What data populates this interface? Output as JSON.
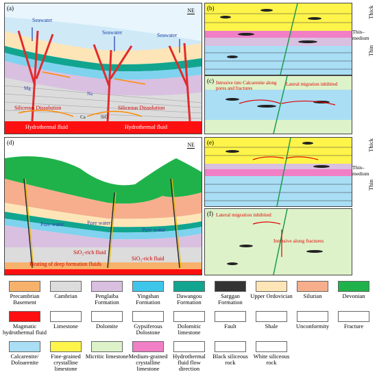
{
  "panels": {
    "a": {
      "label": "(a)",
      "north": "NE",
      "seawater": [
        "Seawater",
        "Seawater",
        "Seawater"
      ],
      "dissolution": [
        "Siliceous Dissolution",
        "Siliceous Dissolution"
      ],
      "fluid": [
        "Hydrothermal fluid",
        "Hydrothermal fluid"
      ],
      "ions": {
        "mg": "Mg",
        "na": "Na",
        "ca": "Ca",
        "sio": "SiO"
      }
    },
    "b": {
      "label": "(b)"
    },
    "c": {
      "label": "(c)",
      "note1": "Intrusive into Calcarenite along pores and fractures",
      "note2": "Lateral migration inhibited"
    },
    "d": {
      "label": "(d)",
      "north": "NE",
      "pore": [
        "Pore water",
        "Pore water",
        "Pore water"
      ],
      "sio2": [
        "SiO₂-rich fluid",
        "SiO₂-rich fluid"
      ],
      "heating": "Heating of deep formation fluids"
    },
    "e": {
      "label": "(e)"
    },
    "f": {
      "label": "(f)",
      "note1": "Lateral migration inhibited",
      "note2": "Intrusive along fractures"
    }
  },
  "side_labels": {
    "thick": "Thick",
    "thin_medium": "Thin–medium",
    "thin": "Thin"
  },
  "legend": [
    {
      "label": "Precambrian Basement",
      "color": "#f6b26b"
    },
    {
      "label": "Cambrian",
      "color": "#dcdcdc"
    },
    {
      "label": "Penglaiba Formation",
      "color": "#d9bfe0"
    },
    {
      "label": "Yingshan Formation",
      "color": "#3ec6ea"
    },
    {
      "label": "Dawangou Formation",
      "color": "#11a58f"
    },
    {
      "label": "Sarggan Formation",
      "color": "#333333"
    },
    {
      "label": "Upper Ordovician",
      "color": "#fde5b8"
    },
    {
      "label": "Silurian",
      "color": "#f6ae8c"
    },
    {
      "label": "Devonian",
      "color": "#20b24a"
    },
    {
      "label": "Magmatic hydrothermal fluid",
      "color": "#ff1010"
    },
    {
      "label": "Limestone",
      "color": "#ffffff"
    },
    {
      "label": "Dolomite",
      "color": "#ffffff"
    },
    {
      "label": "Gypsiferous Dolostone",
      "color": "#ffffff"
    },
    {
      "label": "Dolomitic limestone",
      "color": "#ffffff"
    },
    {
      "label": "Fault",
      "color": "#ffffff"
    },
    {
      "label": "Shale",
      "color": "#ffffff"
    },
    {
      "label": "Unconformity",
      "color": "#ffffff"
    },
    {
      "label": "Fracture",
      "color": "#ffffff"
    },
    {
      "label": "Calcarenite/ Doloarenite",
      "color": "#a9def5"
    },
    {
      "label": "Fine-grained crystalline limestone",
      "color": "#fff44a"
    },
    {
      "label": "Micritic limestone",
      "color": "#ddf2c9"
    },
    {
      "label": "Medium-grained crystalline limestone",
      "color": "#f07fc6"
    },
    {
      "label": "Hydrothermal fluid flow direction",
      "color": "#ffffff"
    },
    {
      "label": "Black siliceous rock",
      "color": "#ffffff"
    },
    {
      "label": "White siliceous rock",
      "color": "#ffffff"
    }
  ]
}
